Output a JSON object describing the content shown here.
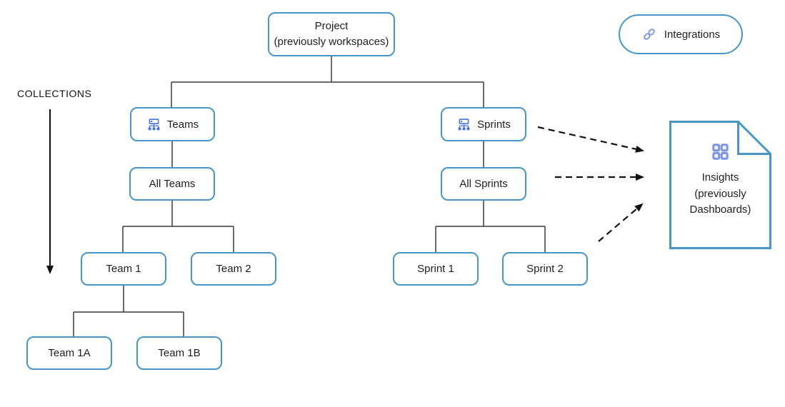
{
  "colors": {
    "box_border": "#4696c9",
    "connector_line": "#3c3c3c",
    "arrow_black": "#111111",
    "icon_blue": "#4470e2",
    "icon_periwinkle": "#7e95ec",
    "text": "#1e1e1e"
  },
  "labels": {
    "collections": "COLLECTIONS"
  },
  "icons": {
    "teams": "org-chart-icon",
    "sprints": "org-chart-icon",
    "integrations": "link-icon",
    "insights": "grid-icon",
    "collections": "down-arrow",
    "flow": "dashed-arrow"
  },
  "nodes": {
    "project": {
      "line1": "Project",
      "line2": "(previously workspaces)"
    },
    "teams": {
      "label": "Teams"
    },
    "all_teams": {
      "label": "All Teams"
    },
    "team_1": {
      "label": "Team 1"
    },
    "team_2": {
      "label": "Team 2"
    },
    "team_1a": {
      "label": "Team 1A"
    },
    "team_1b": {
      "label": "Team 1B"
    },
    "sprints": {
      "label": "Sprints"
    },
    "all_sprints": {
      "label": "All Sprints"
    },
    "sprint_1": {
      "label": "Sprint 1"
    },
    "sprint_2": {
      "label": "Sprint 2"
    },
    "integrations": {
      "label": "Integrations"
    },
    "insights": {
      "line1": "Insights",
      "line2": "(previously",
      "line3": "Dashboards)"
    }
  }
}
